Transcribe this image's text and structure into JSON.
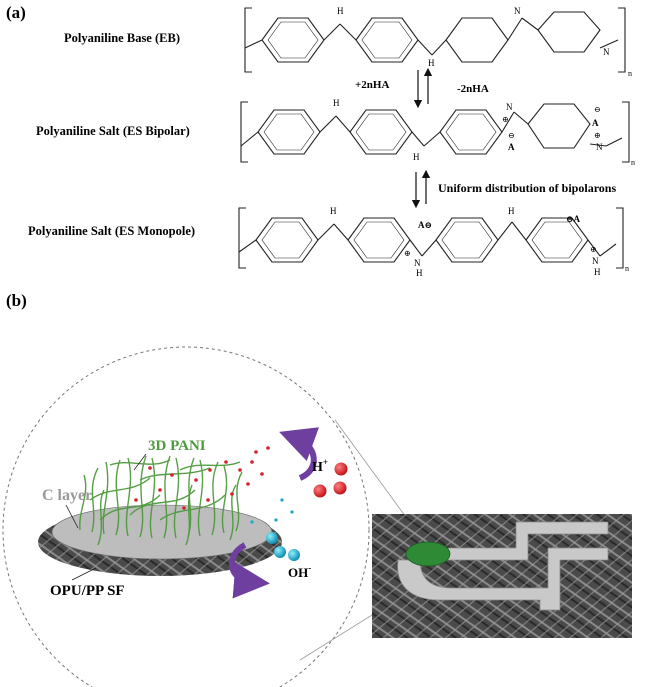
{
  "panel_a": {
    "label": "(a)",
    "rows": [
      {
        "name": "Polyaniline Base (EB)"
      },
      {
        "name": "Polyaniline Salt (ES Bipolar)"
      },
      {
        "name": "Polyaniline Salt (ES Monopole)"
      }
    ],
    "arrow1": {
      "left": "+2nHA",
      "right": "-2nHA"
    },
    "arrow2": {
      "note": "Uniform distribution of bipolarons"
    },
    "atoms": {
      "H": "H",
      "N": "N",
      "A": "A",
      "Aminus": "A⊖",
      "minusA": "⊖A",
      "plus": "⊕",
      "minus": "⊖",
      "n": "n"
    }
  },
  "panel_b": {
    "label": "(b)",
    "labels": {
      "pani": "3D PANI",
      "c_layer": "C layer",
      "substrate": "OPU/PP SF",
      "h_ion": "H",
      "h_sup": "+",
      "oh_ion": "OH",
      "oh_sup": "-"
    },
    "colors": {
      "pani_green": "#4d9a3c",
      "purple_arrow": "#6f3fa0",
      "red_ion": "#d8202a",
      "cyan_ion": "#1aa6c8",
      "label_grey": "#9a9a9a",
      "electrode_green": "#2f8a36"
    }
  }
}
